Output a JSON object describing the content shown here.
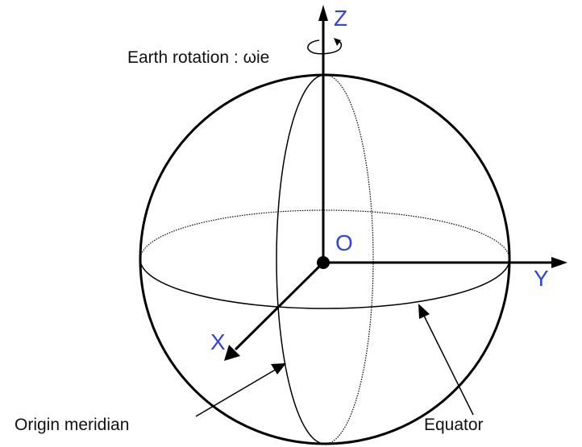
{
  "diagram": {
    "labels": {
      "z_axis": "Z",
      "y_axis": "Y",
      "x_axis": "X",
      "origin": "O",
      "earth_rotation": "Earth rotation : ωie",
      "origin_meridian": "Origin meridian",
      "equator": "Equator"
    },
    "colors": {
      "axis_label": "#3344dd",
      "line": "#000000",
      "text": "#111111"
    }
  }
}
